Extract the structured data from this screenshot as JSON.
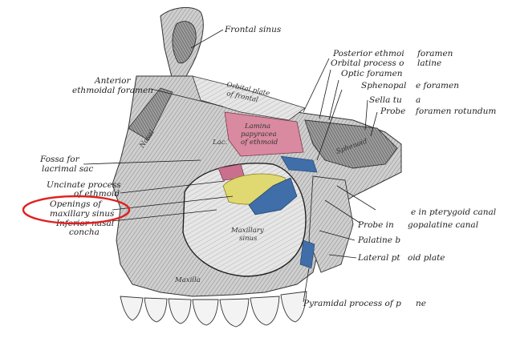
{
  "figure": {
    "labels_left": {
      "frontal_sinus": "Frontal sinus",
      "anterior_ethmoidal_foramen_1": "Anterior",
      "anterior_ethmoidal_foramen_2": "ethmoidal foramen",
      "fossa_for_lacrimal_sac_1": "Fossa for",
      "fossa_for_lacrimal_sac_2": "lacrimal sac",
      "uncinate_process_1": "Uncinate process",
      "uncinate_process_2": "of ethmoid",
      "openings_of_maxillary_sinus_1": "Openings of",
      "openings_of_maxillary_sinus_2": "maxillary sinus",
      "inferior_nasal_concha_1": "Inferior nasal",
      "inferior_nasal_concha_2": "concha"
    },
    "labels_right": {
      "posterior_ethmoidal_foramen": "Posterior ethmoi",
      "posterior_ethmoidal_foramen_tail": "foramen",
      "orbital_process_palatine": "Orbital process o",
      "orbital_process_palatine_tail": "latine",
      "optic_foramen": "Optic foramen",
      "sphenopalatine_foramen": "Sphenopal",
      "sphenopalatine_foramen_tail": "e foramen",
      "sella_turcica": "Sella tu",
      "sella_turcica_tail": "a",
      "probe_foramen_rotundum": "Probe",
      "probe_foramen_rotundum_tail": "foramen rotundum",
      "probe_pterygoid_canal": "e in pterygoid canal",
      "probe_pterygopalatine_canal": "Probe in",
      "probe_pterygopalatine_canal_tail": "gopalatine canal",
      "palatine_bone": "Palatine b",
      "lateral_pterygoid_plate": "Lateral pt",
      "lateral_pterygoid_plate_tail": "oid plate",
      "pyramidal_process": "Pyramidal process of p",
      "pyramidal_process_tail": "ne"
    },
    "bone_labels": {
      "orbital_plate": "Orbital plate",
      "of_frontal": "of frontal",
      "lamina_1": "Lamina",
      "lamina_2": "papyracea",
      "lamina_3": "of ethmoid",
      "nasal": "Nasal",
      "lac": "Lac.",
      "maxillary_sinus_1": "Maxillary",
      "maxillary_sinus_2": "sinus",
      "maxilla": "Maxilla",
      "sphenoid": "Sphenoid"
    },
    "colors": {
      "lamina_papyracea": "#d98aa0",
      "maxillary_opening": "#e0d870",
      "palatine": "#3f6ea8",
      "ethmoid_pink_small": "#c9708e",
      "highlight_ellipse": "#e02020"
    }
  }
}
